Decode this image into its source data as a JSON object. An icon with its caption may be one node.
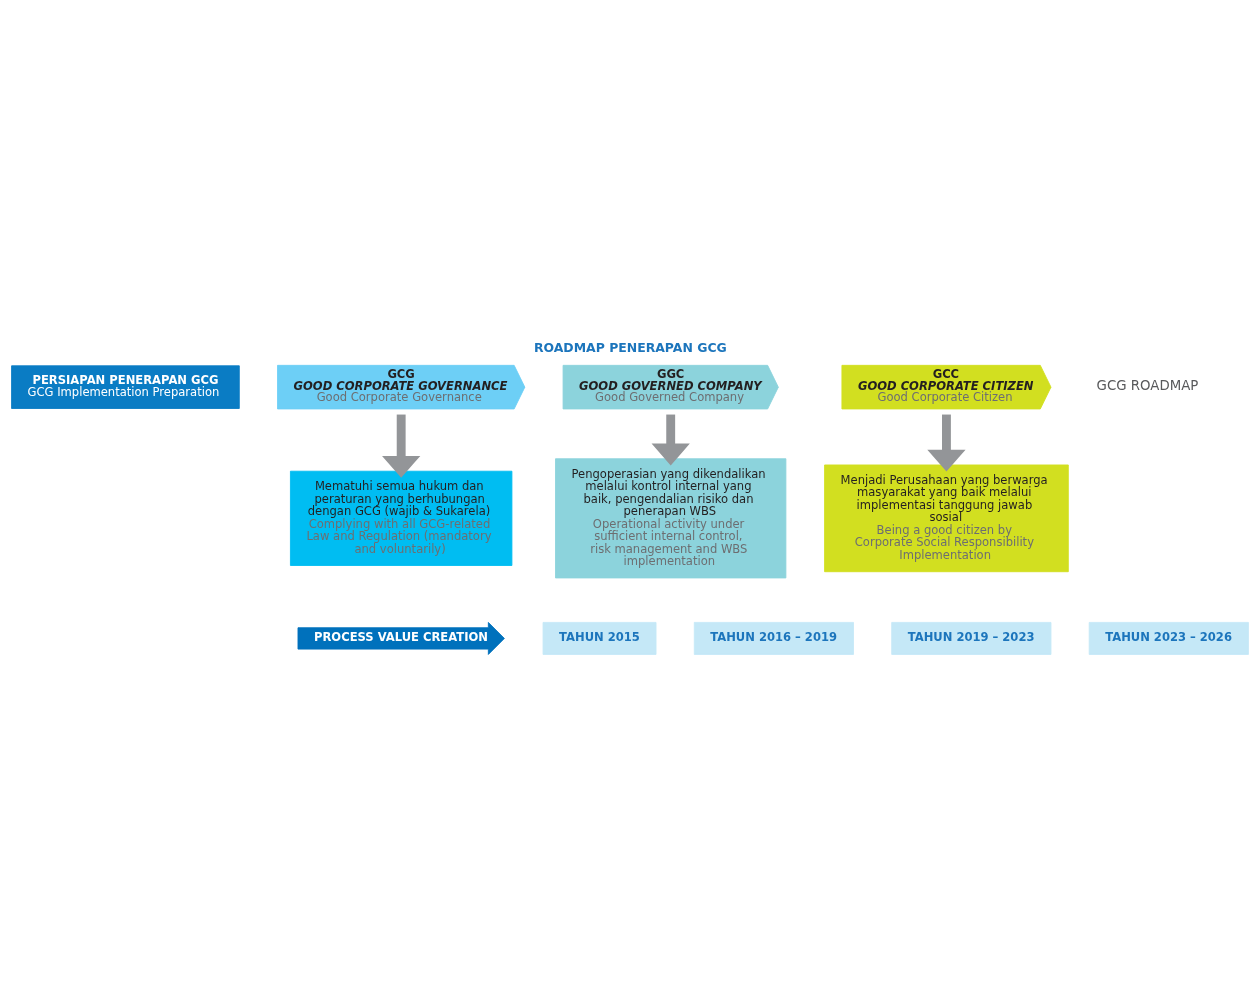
{
  "diagram": {
    "title": "ROADMAP PENERAPAN GCG",
    "nodes": [
      {
        "text": [
          "PERSIAPAN PENERAPAN GCG",
          "GCG Implementation Preparation"
        ]
      },
      {
        "text": [
          "GCG",
          "GOOD CORPORATE GOVERNANCE",
          "Good Corporate Governance"
        ]
      },
      {
        "text": [
          "Mematuhi semua hukum dan peraturan yang berhubungan dengan GCG (wajib & Sukarela)",
          "Complying with all GCG-related Law and Regulation (mandatory and voluntarily)"
        ]
      },
      {
        "text": [
          "GGC",
          "GOOD GOVERNED COMPANY",
          "Good Governed Company"
        ]
      },
      {
        "text": [
          "Pengoperasian yang dikendalikan melalui kontrol internal yang baik, pengendalian risiko dan penerapan WBS",
          "Operational activity under sufficient internal control, risk management and WBS implementation"
        ]
      },
      {
        "text": [
          "GCC",
          "GOOD CORPORATE CITIZEN",
          "Good Corporate Citizen"
        ]
      },
      {
        "text": [
          "Menjadi Perusahaan yang berwarga masyarakat yang baik melalui implementasi tanggung jawab sosial",
          "Being a good citizen by Corporate Social Responsibility Implementation"
        ]
      },
      {
        "text": [
          "PROCESS VALUE CREATION"
        ]
      },
      {
        "text": [
          "TAHUN 2015"
        ]
      },
      {
        "text": [
          "TAHUN 2016 – 2019"
        ]
      },
      {
        "text": [
          "TAHUN 2019 – 2023"
        ]
      },
      {
        "text": [
          "TAHUN 2023 – 2026"
        ]
      }
    ],
    "edges": [
      {
        "from": 1,
        "to": 2,
        "arrow": "to"
      },
      {
        "from": 3,
        "to": 4,
        "arrow": "to"
      },
      {
        "from": 5,
        "to": 6,
        "arrow": "to"
      }
    ],
    "labels": [
      "GCG ROADMAP"
    ]
  }
}
